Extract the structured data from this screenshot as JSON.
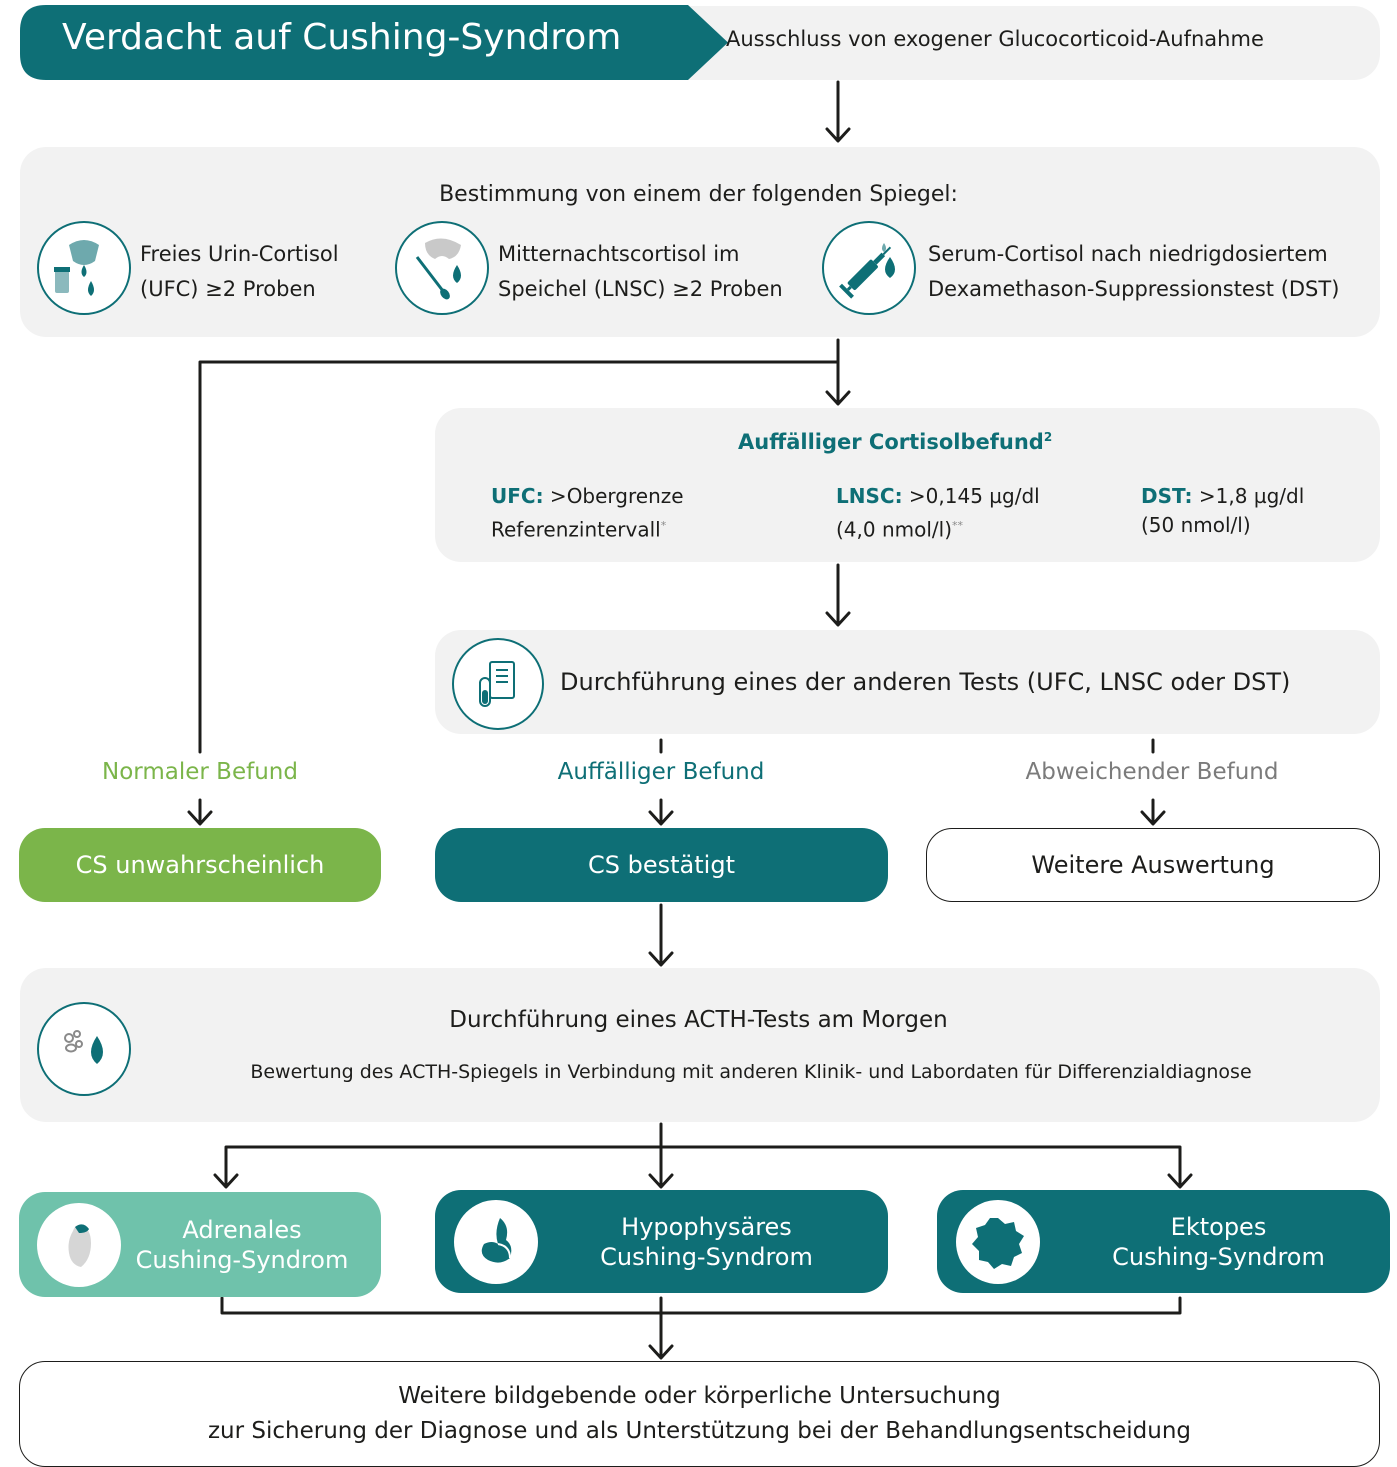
{
  "colors": {
    "teal": "#0e6f76",
    "green": "#7bb54a",
    "mint": "#6fc2ab",
    "panel_grey": "#f2f2f2",
    "grey_text": "#7b7b7b"
  },
  "header": {
    "title": "Verdacht auf Cushing-Syndrom",
    "note": "Ausschluss von exogener Glucocorticoid-Aufnahme"
  },
  "measurement": {
    "heading": "Bestimmung von einem der folgenden Spiegel:",
    "items": [
      {
        "icon": "urine-cup-icon",
        "line1": "Freies Urin-Cortisol",
        "line2": "(UFC) ≥2 Proben"
      },
      {
        "icon": "saliva-swab-icon",
        "line1": "Mitternachtscortisol im",
        "line2": "Speichel (LNSC) ≥2 Proben"
      },
      {
        "icon": "syringe-icon",
        "line1": "Serum-Cortisol nach niedrigdosiertem",
        "line2": "Dexamethason-Suppressionstest (DST)"
      }
    ]
  },
  "abnormal": {
    "heading": "Auffälliger Cortisolbefund",
    "heading_sup": "2",
    "ufc_key": "UFC:",
    "ufc_line1": " >Obergrenze",
    "ufc_line2": "Referenzintervall",
    "ufc_mark": "*",
    "lnsc_key": "LNSC:",
    "lnsc_line1": " >0,145 µg/dl",
    "lnsc_line2": "(4,0 nmol/l)",
    "lnsc_mark": "**",
    "dst_key": "DST:",
    "dst_line1": " >1,8 µg/dl",
    "dst_line2": "(50 nmol/l)"
  },
  "second_test": {
    "icon": "test-report-icon",
    "text": "Durchführung eines der anderen Tests (UFC, LNSC oder DST)"
  },
  "results": {
    "normal_label": "Normaler Befund",
    "abnormal_label": "Auffälliger Befund",
    "deviating_label": "Abweichender Befund",
    "unlikely": "CS unwahrscheinlich",
    "confirmed": "CS bestätigt",
    "further": "Weitere Auswertung"
  },
  "acth": {
    "icon": "blood-drop-icon",
    "title": "Durchführung eines ACTH-Tests am Morgen",
    "subtitle": "Bewertung des ACTH-Spiegels in Verbindung mit anderen Klinik- und Labordaten für Differenzialdiagnose"
  },
  "types": [
    {
      "icon": "adrenal-gland-icon",
      "line1": "Adrenales",
      "line2": "Cushing-Syndrom"
    },
    {
      "icon": "pituitary-gland-icon",
      "line1": "Hypophysäres",
      "line2": "Cushing-Syndrom"
    },
    {
      "icon": "ectopic-cell-icon",
      "line1": "Ektopes",
      "line2": "Cushing-Syndrom"
    }
  ],
  "final": {
    "line1": "Weitere bildgebende oder körperliche Untersuchung",
    "line2": "zur Sicherung der Diagnose und als Unterstützung bei der Behandlungsentscheidung"
  }
}
